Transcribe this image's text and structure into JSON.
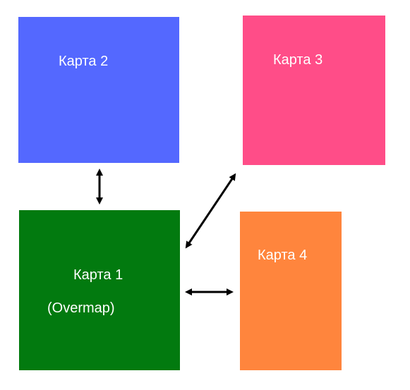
{
  "nodes": {
    "map2": {
      "label": "Карта 2",
      "color": "#5468ff"
    },
    "map3": {
      "label": "Карта 3",
      "color": "#ff4d88"
    },
    "map1": {
      "label": "Карта 1",
      "sublabel": "(Overmap)",
      "color": "#027a0f"
    },
    "map4": {
      "label": "Карта 4",
      "color": "#ff853d"
    }
  },
  "edges": [
    {
      "from": "map1",
      "to": "map2",
      "direction": "bidirectional"
    },
    {
      "from": "map1",
      "to": "map3",
      "direction": "bidirectional"
    },
    {
      "from": "map1",
      "to": "map4",
      "direction": "bidirectional"
    }
  ],
  "style": {
    "arrow_color": "#000000",
    "text_color": "#ffffff"
  }
}
